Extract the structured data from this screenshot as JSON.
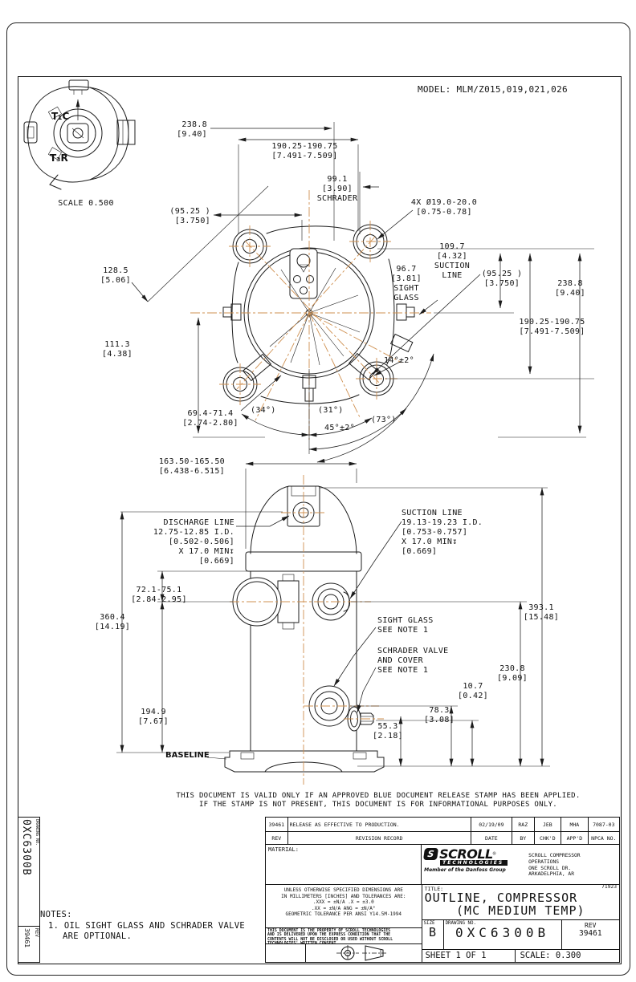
{
  "page": {
    "model": "MODEL: MLM/Z015,019,021,026",
    "detail_scale": "SCALE  0.500",
    "disclaimer1": "THIS DOCUMENT IS VALID ONLY IF AN APPROVED BLUE DOCUMENT RELEASE STAMP HAS BEEN APPLIED.",
    "disclaimer2": "IF THE STAMP IS NOT PRESENT, THIS DOCUMENT IS FOR INFORMATIONAL PURPOSES ONLY."
  },
  "terminal_detail": {
    "t1c": "T₁C",
    "t3r": "T₃R"
  },
  "top_view": {
    "dim_238_left": "238.8\n[9.40]",
    "dim_190_top": "190.25-190.75\n[7.491-7.509]",
    "dim_99_schrader": "99.1\n[3.90]\nSCHRADER",
    "dim_holes": "4X Ø19.0-20.0\n[0.75-0.78]",
    "dim_9525_left": "(95.25  )\n[3.750]",
    "dim_1285": "128.5\n[5.06]",
    "dim_1113": "111.3\n[4.38]",
    "dim_967_sight": "96.7\n[3.81]\nSIGHT\nGLASS",
    "dim_1097_suction": "109.7\n[4.32]\nSUCTION\nLINE",
    "dim_9525_right": "(95.25  )\n[3.750]",
    "dim_238_right": "238.8\n[9.40]",
    "dim_190_right": "190.25-190.75\n[7.491-7.509]",
    "dim_14deg": "14°±2°",
    "dim_694": "69.4-71.4\n[2.74-2.80]",
    "dim_34deg": "(34°)",
    "dim_31deg": "(31°)",
    "dim_45deg": "45°±2°",
    "dim_73deg": "(73°)"
  },
  "side_view": {
    "dim_163": "163.50-165.50\n[6.438-6.515]",
    "discharge_line": "DISCHARGE LINE\n12.75-12.85 I.D.\n[0.502-0.506]\nX 17.0 MIN↧\n[0.669]",
    "suction_line": "SUCTION LINE\n19.13-19.23 I.D.\n[0.753-0.757]\nX 17.0 MIN↧\n[0.669]",
    "dim_721": "72.1-75.1\n[2.84-2.95]",
    "dim_3604": "360.4\n[14.19]",
    "sight_glass": "SIGHT GLASS\nSEE NOTE 1",
    "schrader_valve": "SCHRADER VALVE\nAND COVER\nSEE NOTE 1",
    "dim_3931": "393.1\n[15.48]",
    "dim_2308": "230.8\n[9.09]",
    "dim_107": "10.7\n[0.42]",
    "dim_783": "78.3\n[3.08]",
    "dim_553": "55.3\n[2.18]",
    "dim_1949": "194.9\n[7.67]",
    "baseline": "BASELINE"
  },
  "notes": {
    "title": "NOTES:",
    "note1a": "1. OIL SIGHT GLASS AND SCHRADER VALVE",
    "note1b": "ARE OPTIONAL."
  },
  "strip": {
    "drawing_no_label": "DRAWING NO.",
    "drawing_no": "0XC6300B",
    "rev_label": "REV",
    "rev": "39461"
  },
  "title_block": {
    "revision": {
      "rev": "39461",
      "description": "RELEASE AS EFFECTIVE TO PRODUCTION.",
      "date": "02/19/09",
      "by": "RAZ",
      "chkd": "JEB",
      "appd": "MHA",
      "npca": "7087-03"
    },
    "headers": {
      "rev": "REV",
      "record": "REVISION RECORD",
      "date": "DATE",
      "by": "BY",
      "chkd": "CHK'D",
      "appd": "APP'D",
      "npca": "NPCA NO."
    },
    "material_label": "MATERIAL:",
    "logo": {
      "name": "SCROLL",
      "reg": "®",
      "s": "S",
      "sub": "TECHNOLOGIES",
      "member": "Member of the Danfoss Group"
    },
    "company": {
      "lines": "SCROLL COMPRESSOR\nOPERATIONS\nONE SCROLL DR.\nARKADELPHIA, AR",
      "zip": "71923"
    },
    "tolerance_note": "UNLESS OTHERWISE SPECIFIED DIMENSIONS ARE\nIN MILLIMETERS [INCHES] AND TOLERANCES ARE:\n.XXX = ±N/A   .X = ±3.0\n.XX = ±N/A   ANG = ±N/A°\nGEOMETRIC TOLERANCE PER ANSI Y14.5M-1994",
    "property_note": "THIS DOCUMENT IS THE PROPERTY OF SCROLL TECHNOLOGIES\nAND IS DELIVERED UPON THE EXPRESS CONDITION THAT THE\nCONTENTS WILL NOT BE DISCLOSED OR USED WITHOUT SCROLL\nTECHNOLOGIES' WRITTEN CONSENT.",
    "title_label": "TITLE:",
    "title_line1": "OUTLINE, COMPRESSOR",
    "title_line2": "(MC MEDIUM TEMP)",
    "size_label": "SIZE",
    "size_value": "B",
    "drawing_no_label": "DRAWING NO.",
    "drawing_no_value": "0XC6300B",
    "rev_label": "REV",
    "rev_value": "39461",
    "sheet_label": "SHEET 1 OF 1",
    "scale_label": "SCALE: 0.300"
  },
  "colors": {
    "centerline": "#cf9050",
    "line": "#1c1c1c"
  }
}
